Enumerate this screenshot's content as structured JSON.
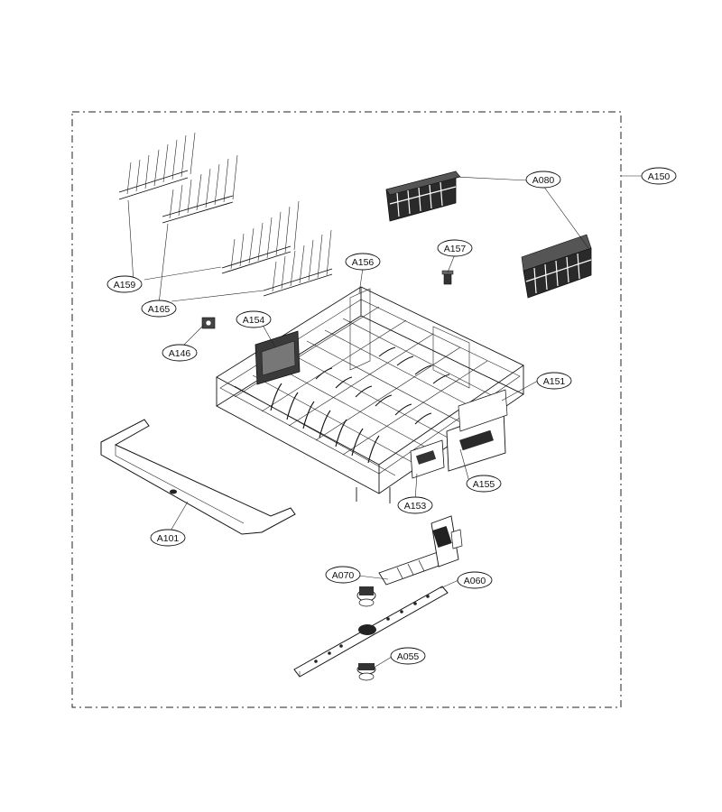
{
  "callouts": {
    "a150": "A150",
    "a080": "A080",
    "a157": "A157",
    "a159": "A159",
    "a165": "A165",
    "a156": "A156",
    "a154": "A154",
    "a146": "A146",
    "a151": "A151",
    "a155": "A155",
    "a153": "A153",
    "a101": "A101",
    "a070": "A070",
    "a060": "A060",
    "a055": "A055"
  },
  "colors": {
    "line": "#111111",
    "background": "#ffffff"
  }
}
